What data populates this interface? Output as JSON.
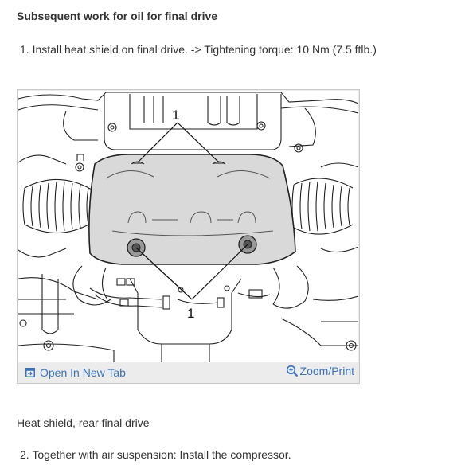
{
  "heading": "Subsequent work for oil for final drive",
  "steps": [
    "1. Install heat shield on final drive. -> Tightening torque: 10 Nm (7.5 ftlb.)",
    "2. Together with air suspension: Install the compressor."
  ],
  "figure": {
    "callout_top": "1",
    "callout_bottom": "1",
    "open_tab_label": "Open In New Tab",
    "open_tab_icon": "open-in-new-tab-icon",
    "zoom_label": "Zoom/Print",
    "zoom_icon": "magnifier-zoom-icon",
    "link_color": "#3a73b8",
    "shield_color": "#d9d9d9"
  },
  "caption": "Heat shield, rear final drive"
}
